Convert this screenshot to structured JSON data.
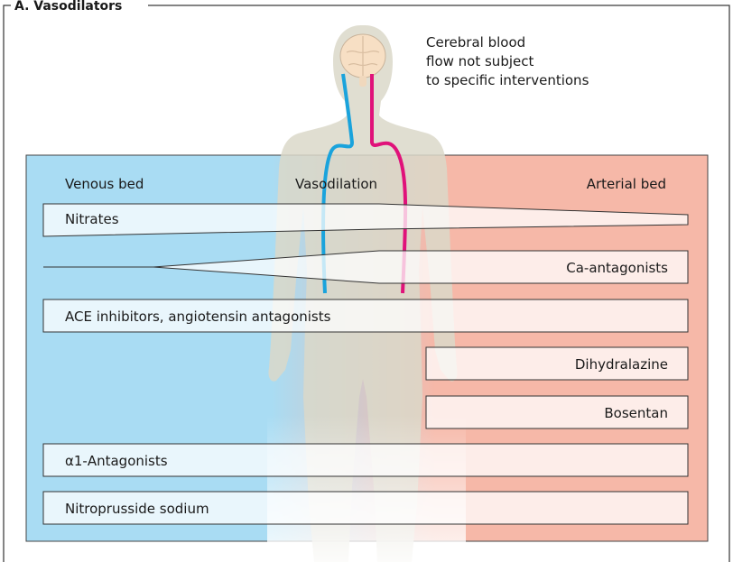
{
  "figure": {
    "title": "A. Vasodilators",
    "note_lines": [
      "Cerebral blood",
      "flow not subject",
      "to specific interventions"
    ],
    "venous_label": "Venous bed",
    "center_label": "Vasodilation",
    "arterial_label": "Arterial bed",
    "colors": {
      "venous_bg": "#a9dcf3",
      "arterial_bg": "#f6b8a8",
      "vein": "#1aa3dc",
      "artery": "#e0127a",
      "body": "#dad8c9"
    }
  },
  "drugs": [
    {
      "name": "Nitrates",
      "shape": "wedge-venous"
    },
    {
      "name": "Ca-antagonists",
      "shape": "wedge-arterial"
    },
    {
      "name": "ACE inhibitors, angiotensin antagonists",
      "shape": "full"
    },
    {
      "name": "Dihydralazine",
      "shape": "arterial-only"
    },
    {
      "name": "Bosentan",
      "shape": "arterial-only"
    },
    {
      "name": "α1-Antagonists",
      "shape": "full"
    },
    {
      "name": "Nitroprusside sodium",
      "shape": "full"
    }
  ]
}
